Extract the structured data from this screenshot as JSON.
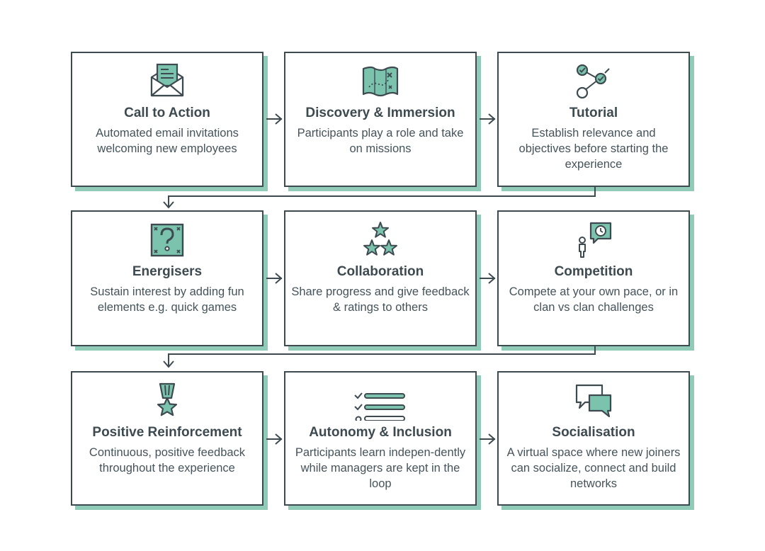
{
  "steps": [
    {
      "title": "Call to Action",
      "description": "Automated email invitations welcoming new employees",
      "icon": "envelope-icon"
    },
    {
      "title": "Discovery & Immersion",
      "description": "Participants play a role and take on missions",
      "icon": "treasure-map-icon"
    },
    {
      "title": "Tutorial",
      "description": "Establish relevance and objectives before starting the experience",
      "icon": "checkpoint-path-icon"
    },
    {
      "title": "Energisers",
      "description": "Sustain interest by adding fun elements e.g. quick games",
      "icon": "question-block-icon"
    },
    {
      "title": "Collaboration",
      "description": "Share progress and give feedback & ratings to others",
      "icon": "three-stars-icon"
    },
    {
      "title": "Competition",
      "description": "Compete at your own pace, or in clan vs clan challenges",
      "icon": "person-clock-icon"
    },
    {
      "title": "Positive Reinforcement",
      "description": "Continuous, positive feedback throughout the experience",
      "icon": "medal-icon"
    },
    {
      "title": "Autonomy & Inclusion",
      "description": "Participants learn indepen-dently while managers are kept in the loop",
      "icon": "checklist-icon"
    },
    {
      "title": "Socialisation",
      "description": "A virtual space where new joiners can socialize, connect and build networks",
      "icon": "chat-bubbles-icon"
    }
  ],
  "colors": {
    "outline": "#3d4a50",
    "accent": "#8fcbb7",
    "icon_fill": "#7cc3ae",
    "text": "#3d4a50"
  }
}
